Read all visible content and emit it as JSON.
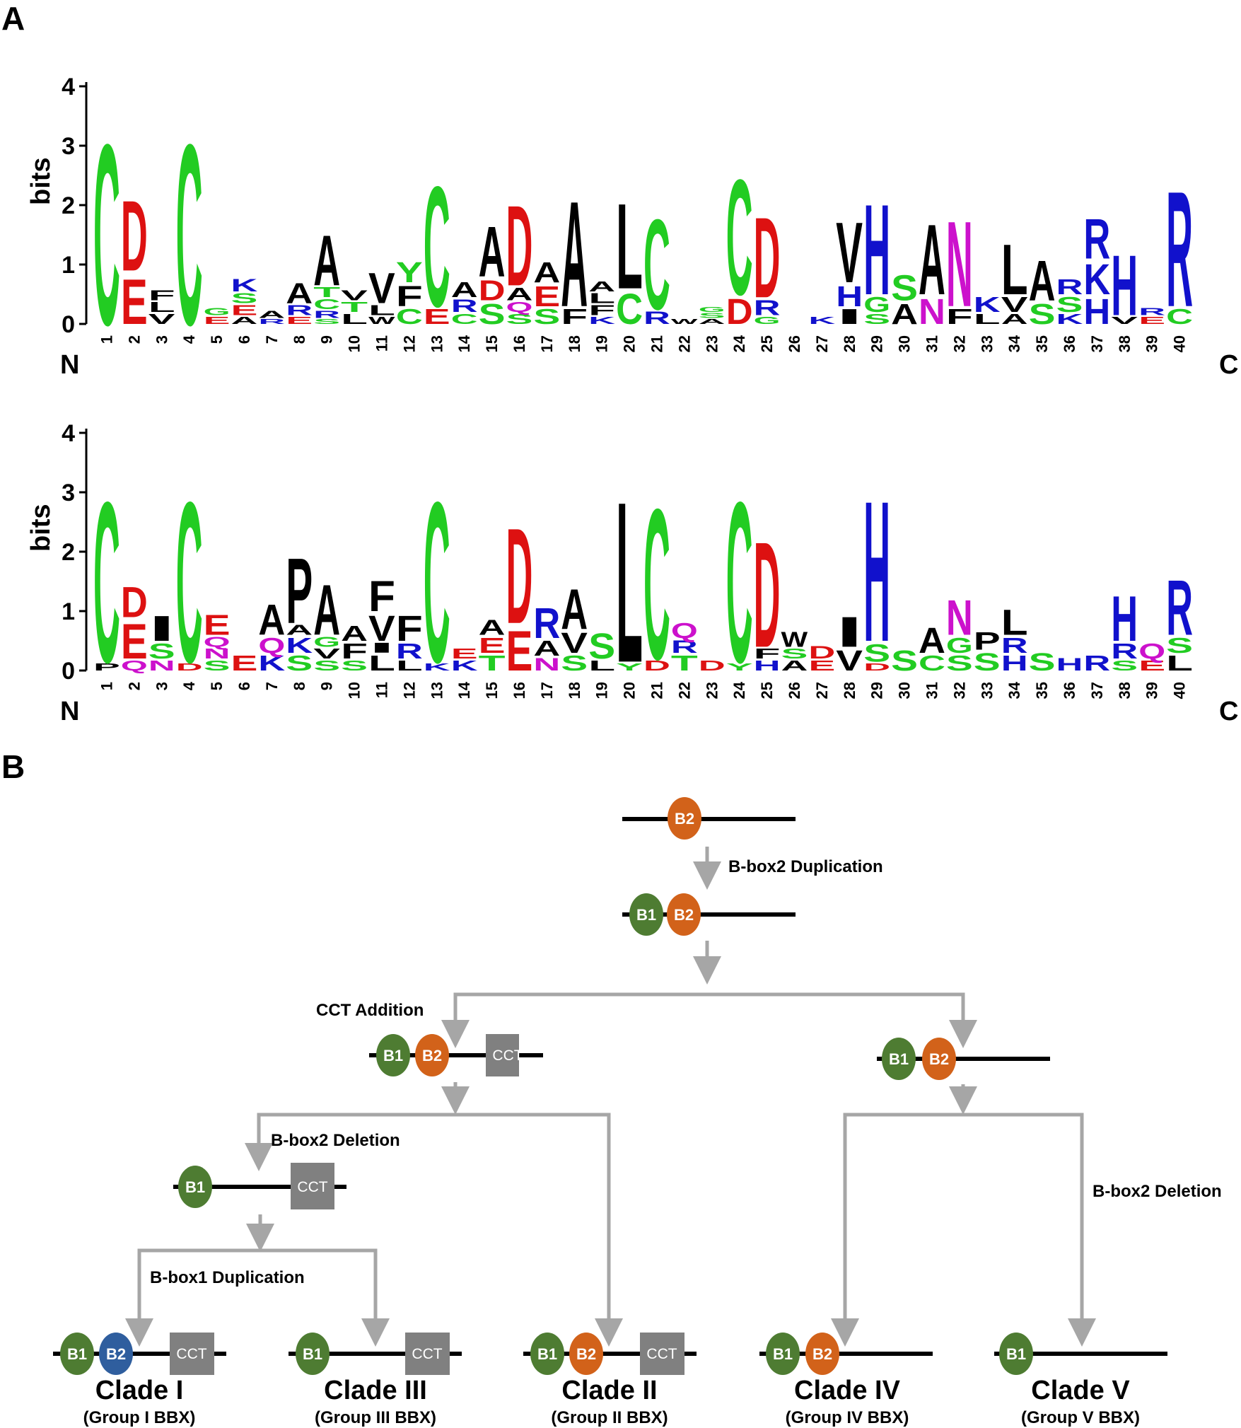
{
  "panel_a": {
    "label": "A",
    "logos": [
      {
        "ylabel": "bits",
        "yticks": [
          "0",
          "1",
          "2",
          "3",
          "4"
        ],
        "ymax": 4,
        "n_label": "N",
        "c_label": "C",
        "positions": [
          "1",
          "2",
          "3",
          "4",
          "5",
          "6",
          "7",
          "8",
          "9",
          "10",
          "11",
          "12",
          "13",
          "14",
          "15",
          "16",
          "17",
          "18",
          "19",
          "20",
          "21",
          "22",
          "23",
          "24",
          "25",
          "26",
          "27",
          "28",
          "29",
          "30",
          "31",
          "32",
          "33",
          "34",
          "35",
          "36",
          "37",
          "38",
          "39",
          "40"
        ],
        "columns": [
          [
            [
              "C",
              3.6
            ]
          ],
          [
            [
              "E",
              0.9
            ],
            [
              "D",
              1.4
            ]
          ],
          [
            [
              "V",
              0.2
            ],
            [
              "L",
              0.2
            ],
            [
              "F",
              0.2
            ]
          ],
          [
            [
              "C",
              3.6
            ]
          ],
          [
            [
              "E",
              0.15
            ],
            [
              "G",
              0.15
            ]
          ],
          [
            [
              "A",
              0.15
            ],
            [
              "E",
              0.2
            ],
            [
              "S",
              0.2
            ],
            [
              "K",
              0.25
            ]
          ],
          [
            [
              "R",
              0.1
            ],
            [
              "A",
              0.15
            ]
          ],
          [
            [
              "E",
              0.15
            ],
            [
              "R",
              0.2
            ],
            [
              "A",
              0.4
            ]
          ],
          [
            [
              "S",
              0.1
            ],
            [
              "R",
              0.15
            ],
            [
              "C",
              0.2
            ],
            [
              "T",
              0.2
            ],
            [
              "A",
              1.0
            ]
          ],
          [
            [
              "L",
              0.2
            ],
            [
              "T",
              0.2
            ],
            [
              "V",
              0.2
            ]
          ],
          [
            [
              "W",
              0.15
            ],
            [
              "L",
              0.2
            ],
            [
              "V",
              0.6
            ]
          ],
          [
            [
              "C",
              0.3
            ],
            [
              "F",
              0.4
            ],
            [
              "Y",
              0.4
            ]
          ],
          [
            [
              "E",
              0.3
            ],
            [
              "C",
              2.4
            ]
          ],
          [
            [
              "C",
              0.2
            ],
            [
              "R",
              0.25
            ],
            [
              "A",
              0.3
            ]
          ],
          [
            [
              "S",
              0.4
            ],
            [
              "D",
              0.4
            ],
            [
              "A",
              1.0
            ]
          ],
          [
            [
              "S",
              0.2
            ],
            [
              "Q",
              0.2
            ],
            [
              "A",
              0.25
            ],
            [
              "D",
              1.6
            ]
          ],
          [
            [
              "S",
              0.3
            ],
            [
              "E",
              0.4
            ],
            [
              "A",
              0.4
            ]
          ],
          [
            [
              "F",
              0.3
            ],
            [
              "A",
              2.1
            ]
          ],
          [
            [
              "K",
              0.15
            ],
            [
              "F",
              0.2
            ],
            [
              "L",
              0.2
            ],
            [
              "A",
              0.2
            ]
          ],
          [
            [
              "C",
              0.6
            ],
            [
              "L",
              1.7
            ]
          ],
          [
            [
              "R",
              0.25
            ],
            [
              "C",
              1.8
            ]
          ],
          [
            [
              "W",
              0.1
            ]
          ],
          [
            [
              "A",
              0.1
            ],
            [
              "S",
              0.1
            ],
            [
              "G",
              0.1
            ]
          ],
          [
            [
              "D",
              0.5
            ],
            [
              "C",
              2.3
            ]
          ],
          [
            [
              "G",
              0.15
            ],
            [
              "R",
              0.3
            ],
            [
              "D",
              1.6
            ]
          ],
          [],
          [
            [
              "K",
              0.15
            ]
          ],
          [
            [
              "I",
              0.3
            ],
            [
              "H",
              0.4
            ],
            [
              "V",
              1.2
            ]
          ],
          [
            [
              "S",
              0.2
            ],
            [
              "G",
              0.3
            ],
            [
              "H",
              1.8
            ]
          ],
          [
            [
              "A",
              0.4
            ],
            [
              "S",
              0.5
            ]
          ],
          [
            [
              "N",
              0.5
            ],
            [
              "A",
              1.4
            ]
          ],
          [
            [
              "F",
              0.3
            ],
            [
              "N",
              1.7
            ]
          ],
          [
            [
              "L",
              0.2
            ],
            [
              "K",
              0.3
            ]
          ],
          [
            [
              "A",
              0.2
            ],
            [
              "V",
              0.3
            ],
            [
              "L",
              1.0
            ]
          ],
          [
            [
              "S",
              0.4
            ],
            [
              "A",
              0.8
            ]
          ],
          [
            [
              "K",
              0.2
            ],
            [
              "S",
              0.3
            ],
            [
              "R",
              0.3
            ]
          ],
          [
            [
              "H",
              0.5
            ],
            [
              "K",
              0.6
            ],
            [
              "R",
              0.8
            ]
          ],
          [
            [
              "V",
              0.15
            ],
            [
              "H",
              1.2
            ]
          ],
          [
            [
              "E",
              0.15
            ],
            [
              "R",
              0.15
            ]
          ],
          [
            [
              "C",
              0.3
            ],
            [
              "R",
              2.3
            ]
          ]
        ]
      },
      {
        "ylabel": "bits",
        "yticks": [
          "0",
          "1",
          "2",
          "3",
          "4"
        ],
        "ymax": 4,
        "n_label": "N",
        "c_label": "C",
        "positions": [
          "1",
          "2",
          "3",
          "4",
          "5",
          "6",
          "7",
          "8",
          "9",
          "10",
          "11",
          "12",
          "13",
          "14",
          "15",
          "16",
          "17",
          "18",
          "19",
          "20",
          "21",
          "22",
          "23",
          "24",
          "25",
          "26",
          "27",
          "28",
          "29",
          "30",
          "31",
          "32",
          "33",
          "34",
          "35",
          "36",
          "37",
          "38",
          "39",
          "40"
        ],
        "columns": [
          [
            [
              "P",
              0.15
            ],
            [
              "C",
              3.2
            ]
          ],
          [
            [
              "Q",
              0.2
            ],
            [
              "E",
              0.7
            ],
            [
              "D",
              0.6
            ]
          ],
          [
            [
              "N",
              0.2
            ],
            [
              "S",
              0.3
            ],
            [
              "I",
              0.5
            ]
          ],
          [
            [
              "D",
              0.15
            ],
            [
              "C",
              3.2
            ]
          ],
          [
            [
              "S",
              0.2
            ],
            [
              "N",
              0.2
            ],
            [
              "Q",
              0.2
            ],
            [
              "E",
              0.4
            ]
          ],
          [
            [
              "E",
              0.3
            ]
          ],
          [
            [
              "K",
              0.3
            ],
            [
              "Q",
              0.3
            ],
            [
              "A",
              0.6
            ]
          ],
          [
            [
              "S",
              0.3
            ],
            [
              "K",
              0.3
            ],
            [
              "A",
              0.2
            ],
            [
              "P",
              1.3
            ]
          ],
          [
            [
              "S",
              0.2
            ],
            [
              "V",
              0.2
            ],
            [
              "G",
              0.2
            ],
            [
              "A",
              1.0
            ]
          ],
          [
            [
              "S",
              0.2
            ],
            [
              "F",
              0.3
            ],
            [
              "A",
              0.3
            ]
          ],
          [
            [
              "L",
              0.3
            ],
            [
              "I",
              0.2
            ],
            [
              "V",
              0.5
            ],
            [
              "F",
              0.6
            ]
          ],
          [
            [
              "L",
              0.2
            ],
            [
              "R",
              0.3
            ],
            [
              "F",
              0.5
            ]
          ],
          [
            [
              "K",
              0.15
            ],
            [
              "C",
              3.2
            ]
          ],
          [
            [
              "K",
              0.2
            ],
            [
              "E",
              0.2
            ]
          ],
          [
            [
              "T",
              0.3
            ],
            [
              "E",
              0.3
            ],
            [
              "A",
              0.3
            ]
          ],
          [
            [
              "E",
              0.8
            ],
            [
              "D",
              1.9
            ]
          ],
          [
            [
              "N",
              0.25
            ],
            [
              "A",
              0.3
            ],
            [
              "R",
              0.6
            ]
          ],
          [
            [
              "S",
              0.3
            ],
            [
              "V",
              0.4
            ],
            [
              "A",
              0.8
            ]
          ],
          [
            [
              "L",
              0.2
            ],
            [
              "S",
              0.5
            ]
          ],
          [
            [
              "Y",
              0.15
            ],
            [
              "L",
              3.2
            ]
          ],
          [
            [
              "D",
              0.2
            ],
            [
              "C",
              3.0
            ]
          ],
          [
            [
              "T",
              0.3
            ],
            [
              "R",
              0.25
            ],
            [
              "Q",
              0.3
            ]
          ],
          [
            [
              "D",
              0.2
            ]
          ],
          [
            [
              "Y",
              0.15
            ],
            [
              "C",
              3.2
            ]
          ],
          [
            [
              "H",
              0.2
            ],
            [
              "F",
              0.2
            ],
            [
              "D",
              2.1
            ]
          ],
          [
            [
              "A",
              0.2
            ],
            [
              "S",
              0.2
            ],
            [
              "W",
              0.3
            ]
          ],
          [
            [
              "E",
              0.2
            ],
            [
              "D",
              0.25
            ]
          ],
          [
            [
              "V",
              0.4
            ],
            [
              "I",
              0.6
            ]
          ],
          [
            [
              "D",
              0.15
            ],
            [
              "S",
              0.35
            ],
            [
              "H",
              2.8
            ]
          ],
          [
            [
              "S",
              0.4
            ]
          ],
          [
            [
              "C",
              0.3
            ],
            [
              "A",
              0.5
            ]
          ],
          [
            [
              "S",
              0.3
            ],
            [
              "G",
              0.3
            ],
            [
              "N",
              0.7
            ]
          ],
          [
            [
              "S",
              0.35
            ],
            [
              "P",
              0.35
            ]
          ],
          [
            [
              "H",
              0.3
            ],
            [
              "R",
              0.3
            ],
            [
              "L",
              0.5
            ]
          ],
          [
            [
              "S",
              0.35
            ]
          ],
          [
            [
              "H",
              0.25
            ]
          ],
          [
            [
              "R",
              0.3
            ]
          ],
          [
            [
              "S",
              0.2
            ],
            [
              "R",
              0.3
            ],
            [
              "H",
              0.9
            ]
          ],
          [
            [
              "E",
              0.2
            ],
            [
              "Q",
              0.3
            ]
          ],
          [
            [
              "L",
              0.3
            ],
            [
              "S",
              0.3
            ],
            [
              "R",
              1.1
            ]
          ]
        ]
      }
    ]
  },
  "panel_b": {
    "label": "B",
    "steps": {
      "b2_dup": "B-box2 Duplication",
      "cct_add": "CCT Addition",
      "b2_del_left": "B-box2 Deletion",
      "b2_del_right": "B-box2 Deletion",
      "b1_dup": "B-box1 Duplication"
    },
    "domains": {
      "b1": "B1",
      "b2": "B2",
      "cct": "CCT"
    },
    "clades": [
      {
        "title": "Clade I",
        "subtitle": "(Group I BBX)"
      },
      {
        "title": "Clade III",
        "subtitle": "(Group III BBX)"
      },
      {
        "title": "Clade II",
        "subtitle": "(Group II BBX)"
      },
      {
        "title": "Clade IV",
        "subtitle": "(Group IV BBX)"
      },
      {
        "title": "Clade V",
        "subtitle": "(Group V BBX)"
      }
    ]
  },
  "colors": {
    "C": "#22cc22",
    "G": "#22cc22",
    "S": "#22cc22",
    "T": "#22cc22",
    "Y": "#22cc22",
    "D": "#dd1111",
    "E": "#dd1111",
    "K": "#1111cc",
    "R": "#1111cc",
    "H": "#1111cc",
    "N": "#cc11cc",
    "Q": "#cc11cc",
    "A": "#000000",
    "V": "#000000",
    "L": "#000000",
    "I": "#000000",
    "P": "#000000",
    "W": "#000000",
    "F": "#000000",
    "M": "#000000",
    "b1_fill": "#4e7c32",
    "b2_fill": "#d2621a",
    "b2_blue_fill": "#2f5e9e",
    "cct_fill": "#808080",
    "arrow": "#a6a6a6",
    "line": "#000000"
  }
}
